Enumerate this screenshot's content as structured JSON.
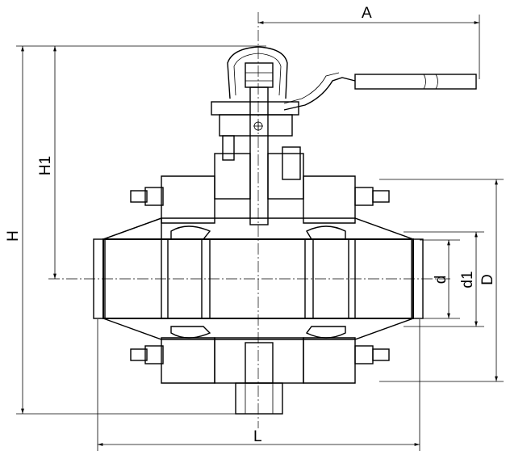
{
  "drawing": {
    "dimension_labels": {
      "A": "A",
      "H": "H",
      "H1": "H1",
      "L": "L",
      "d": "d",
      "d1": "d1",
      "D": "D"
    },
    "colors": {
      "line": "#000000",
      "background": "#ffffff"
    }
  }
}
